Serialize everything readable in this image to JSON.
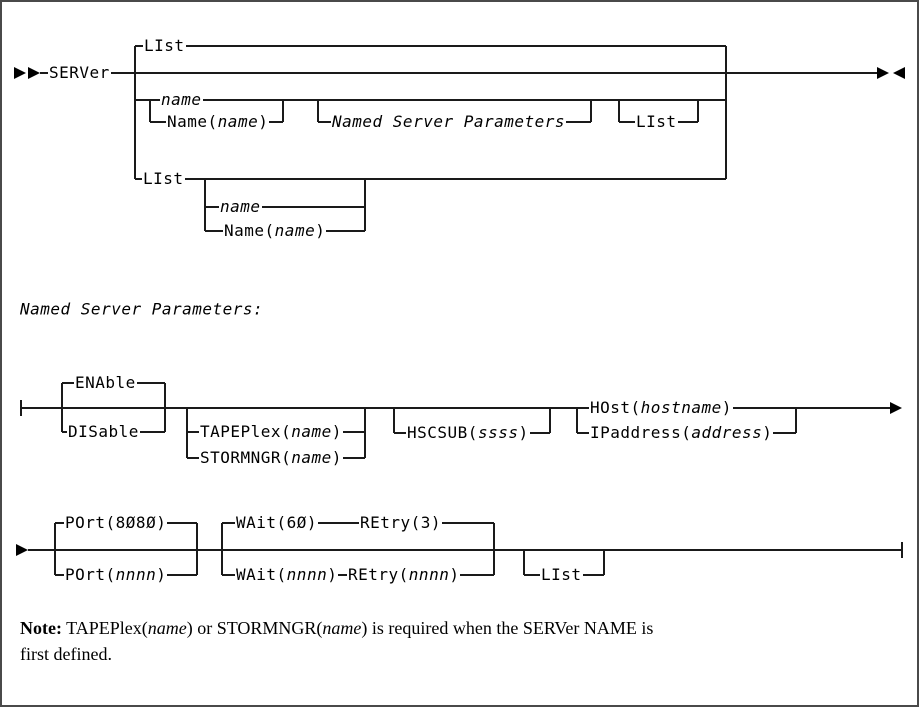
{
  "colors": {
    "line": "#1a1a1a",
    "text": "#000000",
    "background": "#ffffff",
    "border": "#4a4a4a"
  },
  "railroad": {
    "start_keyword": "SERVer",
    "top_branch": {
      "list": "LIst"
    },
    "name_branch": {
      "name_var": "*name*",
      "name_kw": "Name(*name*)",
      "fragment_ref": "*Named Server Parameters*",
      "list": "LIst"
    },
    "list_branch": {
      "list": "LIst",
      "name_var": "*name*",
      "name_kw": "Name(*name*)"
    }
  },
  "fragment": {
    "heading": "Named Server Parameters:",
    "enable": "ENAble",
    "disable": "DISable",
    "tapeplex": "TAPEPlex(*name*)",
    "stormngr": "STORMNGR(*name*)",
    "hscsub": "HSCSUB(*ssss*)",
    "host": "HOst(*hostname*)",
    "ipaddress": "IPaddress(*address*)",
    "port_default": "POrt(8Ø8Ø)",
    "port_var": "POrt(*nnnn*)",
    "wait_default": "WAit(6Ø)",
    "retry_default": "REtry(3)",
    "wait_var": "WAit(*nnnn*)",
    "retry_var": "REtry(*nnnn*)",
    "list": "LIst"
  },
  "note": {
    "label": "Note:",
    "line1": " TAPEPlex(*name*) or STORMNGR(*name*) is required when the SERVer NAME is",
    "line2": "first defined."
  }
}
